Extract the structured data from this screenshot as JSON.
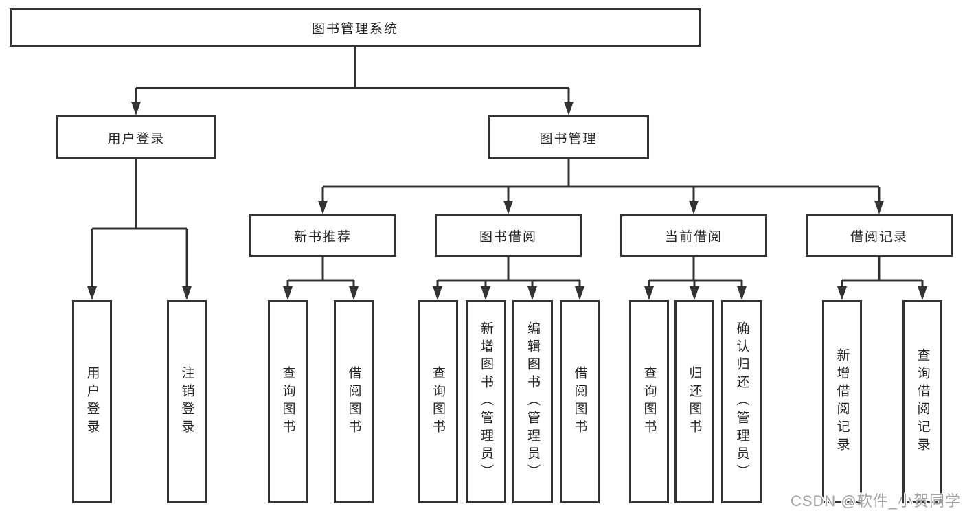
{
  "title": "图书管理系统",
  "level2": {
    "user_login": "用户登录",
    "book_management": "图书管理"
  },
  "level3": {
    "new_book_recommend": "新书推荐",
    "book_borrow": "图书借阅",
    "current_borrow": "当前借阅",
    "borrow_records": "借阅记录"
  },
  "leaves": {
    "user_login": [
      "用户登录",
      "注销登录"
    ],
    "new_book_recommend": [
      "查询图书",
      "借阅图书"
    ],
    "book_borrow": [
      "查询图书",
      "新增图书（管理员）",
      "编辑图书（管理员）",
      "借阅图书"
    ],
    "current_borrow": [
      "查询图书",
      "归还图书",
      "确认归还（管理员）"
    ],
    "borrow_records": [
      "新增借阅记录",
      "查询借阅记录"
    ]
  },
  "watermark": "CSDN @软件_小贺同学",
  "colors": {
    "line": "#333333",
    "box_border": "#333333",
    "text": "#262626",
    "watermark": "#a0a0a5",
    "background": "#ffffff"
  }
}
